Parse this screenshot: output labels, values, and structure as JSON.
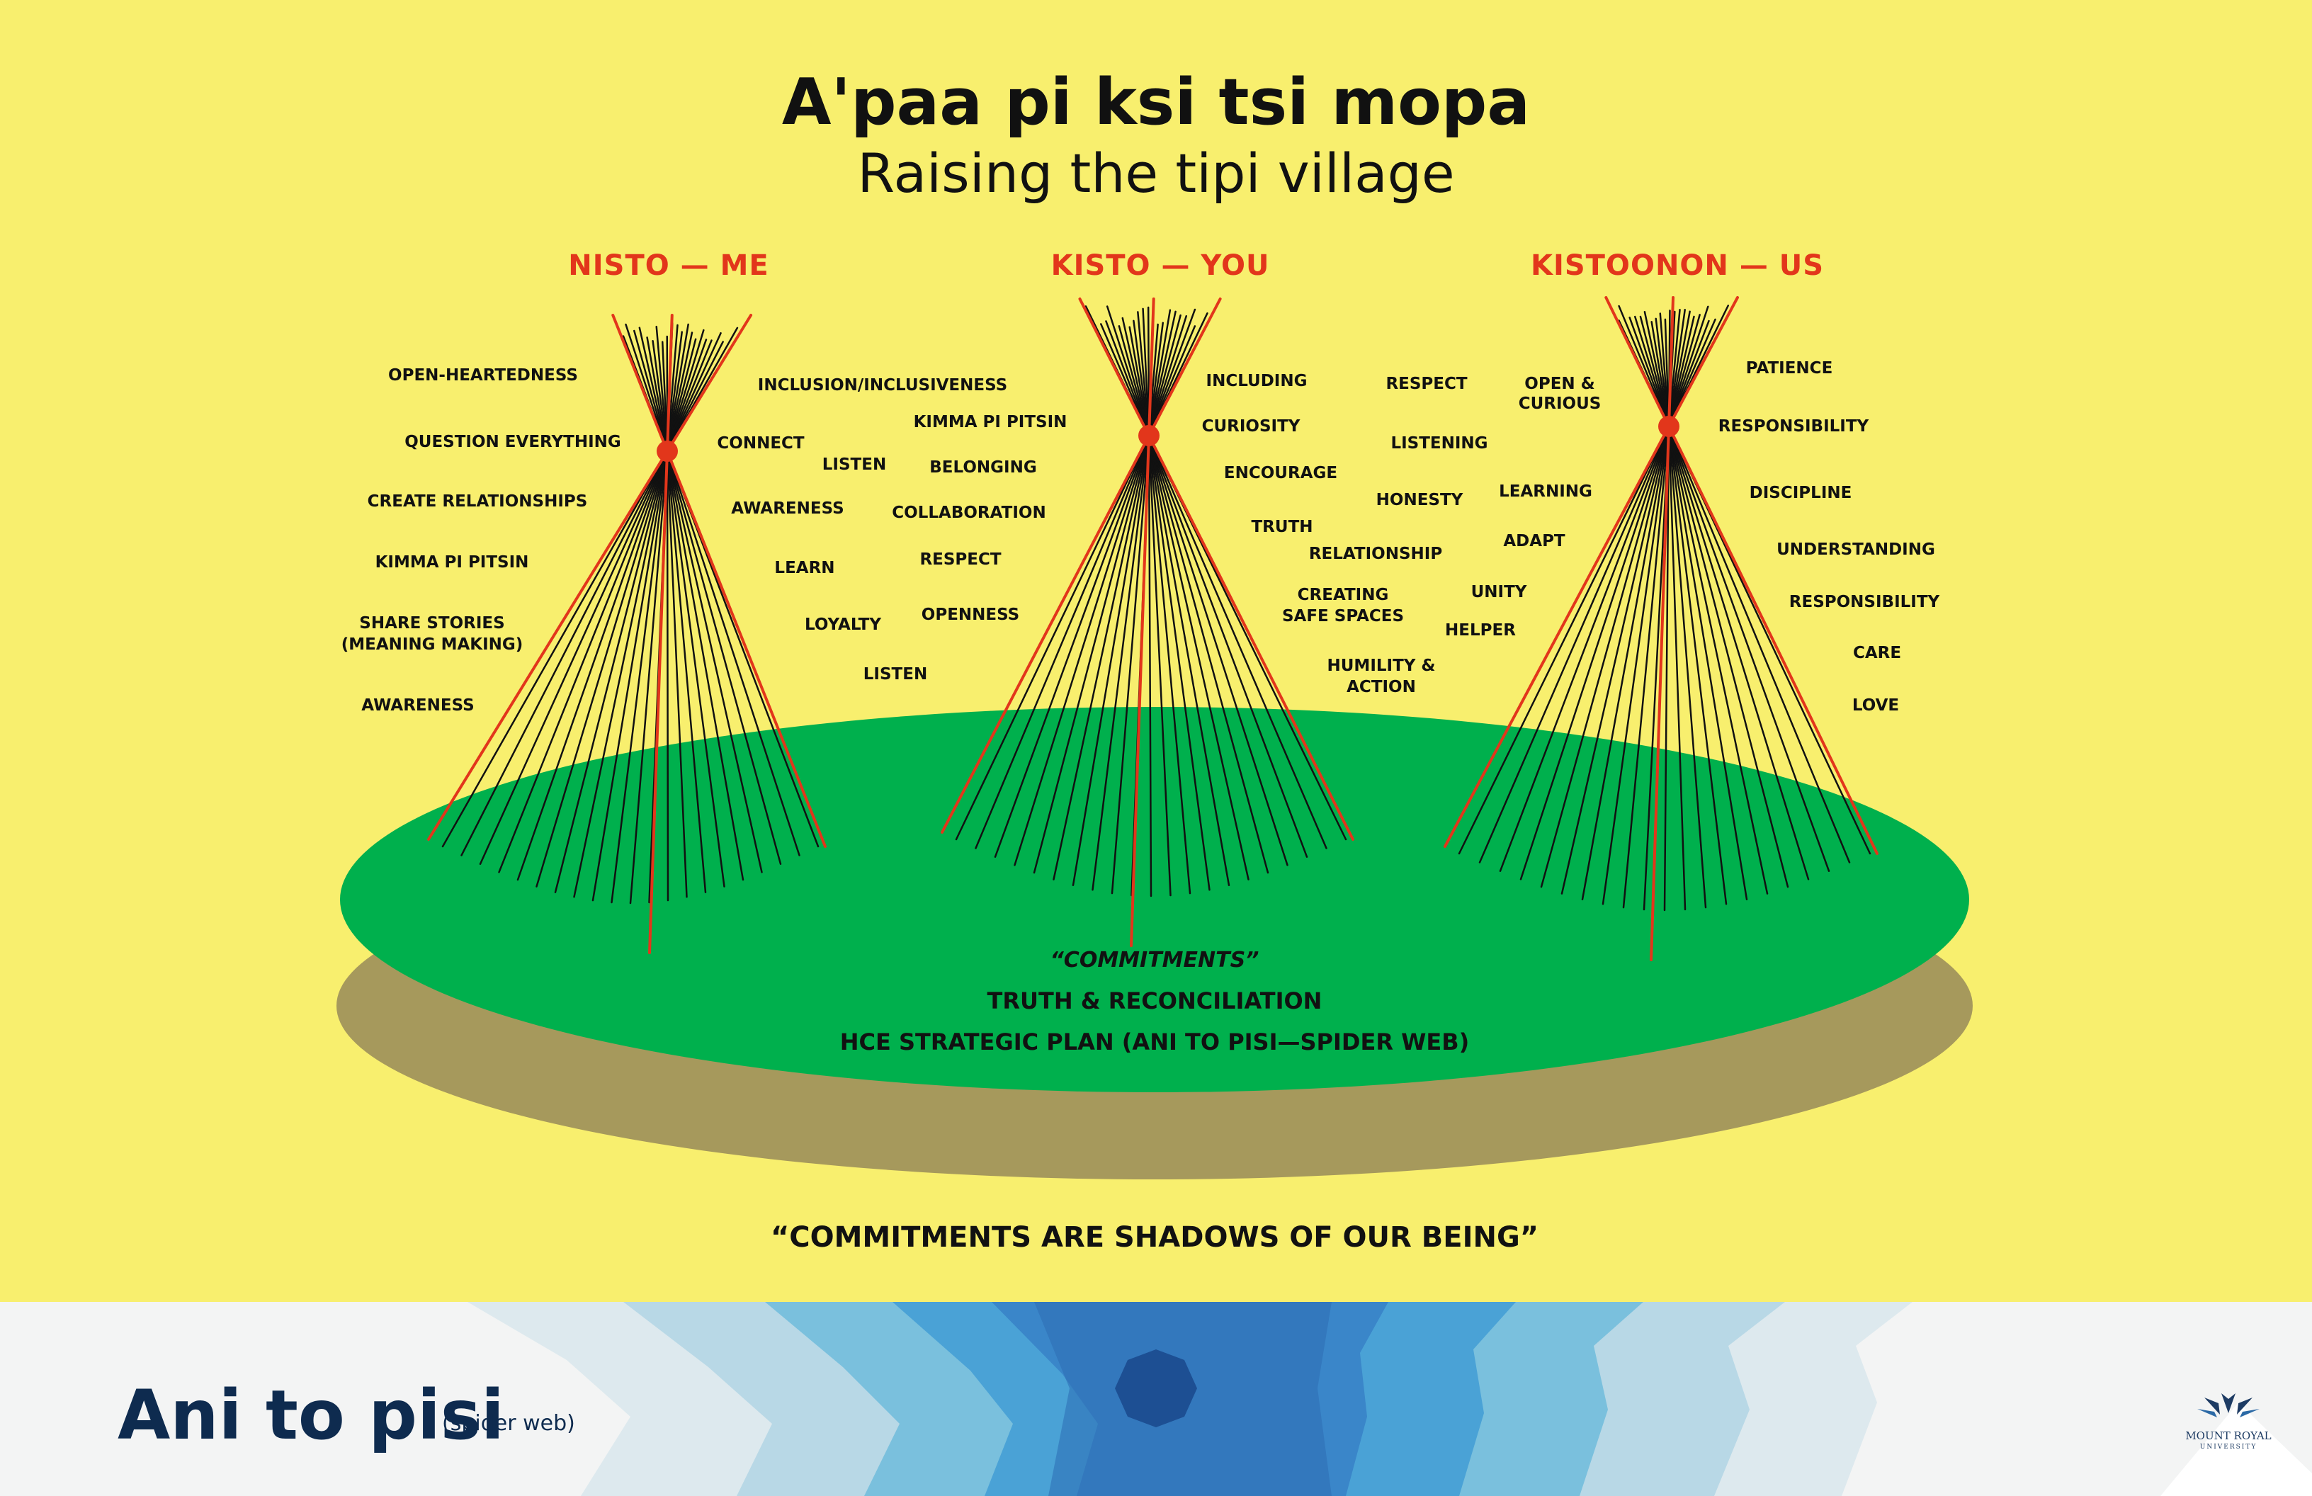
{
  "title": "A'paa pi ksi tsi mopa",
  "subtitle": "Raising the tipi village",
  "headings": {
    "me": "NISTO — ME",
    "you": "KISTO — YOU",
    "us": "KISTOONON — US"
  },
  "words": {
    "me_left": [
      "OPEN-HEARTEDNESS",
      "QUESTION EVERYTHING",
      "CREATE RELATIONSHIPS",
      "KIMMA PI PITSIN",
      "SHARE STORIES",
      "(MEANING MAKING)",
      "AWARENESS"
    ],
    "me_right": [
      "INCLUSION/INCLUSIVENESS",
      "CONNECT",
      "LISTEN",
      "KIMMA PI PITSIN",
      "BELONGING",
      "AWARENESS",
      "COLLABORATION",
      "LEARN",
      "RESPECT",
      "LOYALTY",
      "OPENNESS",
      "LISTEN"
    ],
    "you_right": [
      "INCLUDING",
      "CURIOSITY",
      "ENCOURAGE",
      "TRUTH",
      "RELATIONSHIP",
      "CREATING",
      "SAFE SPACES",
      "HUMILITY &",
      "ACTION",
      "RESPECT",
      "LISTENING",
      "HONESTY",
      "UNITY",
      "HELPER"
    ],
    "us_left": [
      "OPEN &",
      "CURIOUS",
      "LEARNING",
      "ADAPT"
    ],
    "us_right": [
      "PATIENCE",
      "RESPONSIBILITY",
      "DISCIPLINE",
      "UNDERSTANDING",
      "RESPONSIBILITY",
      "CARE",
      "LOVE"
    ]
  },
  "commitments": {
    "label": "“COMMITMENTS”",
    "line1": "TRUTH & RECONCILIATION",
    "line2": "HCE STRATEGIC PLAN (ANI TO PISI—SPIDER WEB)"
  },
  "quote": "“COMMITMENTS ARE SHADOWS OF OUR BEING”",
  "footer": {
    "brand": "Ani to pisi",
    "brand_note": "(spider web)",
    "logo_line1": "MOUNT ROYAL",
    "logo_line2": "UNIVERSITY"
  },
  "colors": {
    "background": "#f8ef6e",
    "accent_red": "#e2361b",
    "ground": "#00b04d",
    "shadow": "#a6995c",
    "footer_bg": "#f3f4f4",
    "brand_navy": "#0e2b4f"
  }
}
